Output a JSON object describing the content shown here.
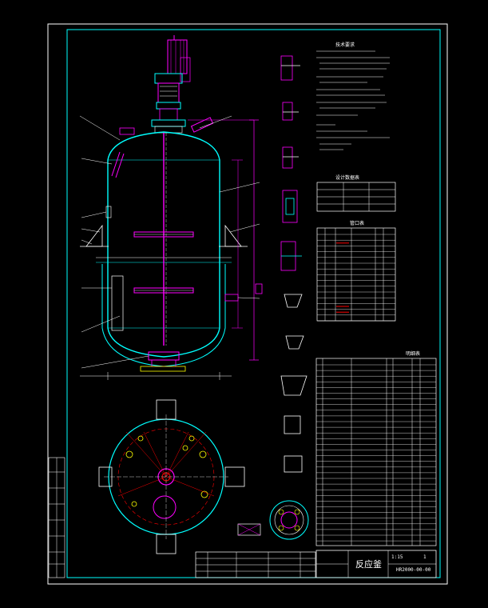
{
  "drawing": {
    "title_block_name": "反应釜",
    "title_block_code": "HR2000-00-00",
    "scale": "1:15",
    "sheet": "1"
  },
  "labels": {
    "tech_requirements": "技术要求",
    "design_table": "设计数据表",
    "nozzle_table": "管口表",
    "parts_list": "明细表"
  },
  "colors": {
    "frame": "#00ffff",
    "vessel": "#00ffff",
    "agitator": "#ff00ff",
    "dimension": "#ff00ff",
    "nozzle": "#ff0000",
    "text": "#ffffff",
    "accent": "#ffff00",
    "background": "#000000"
  }
}
